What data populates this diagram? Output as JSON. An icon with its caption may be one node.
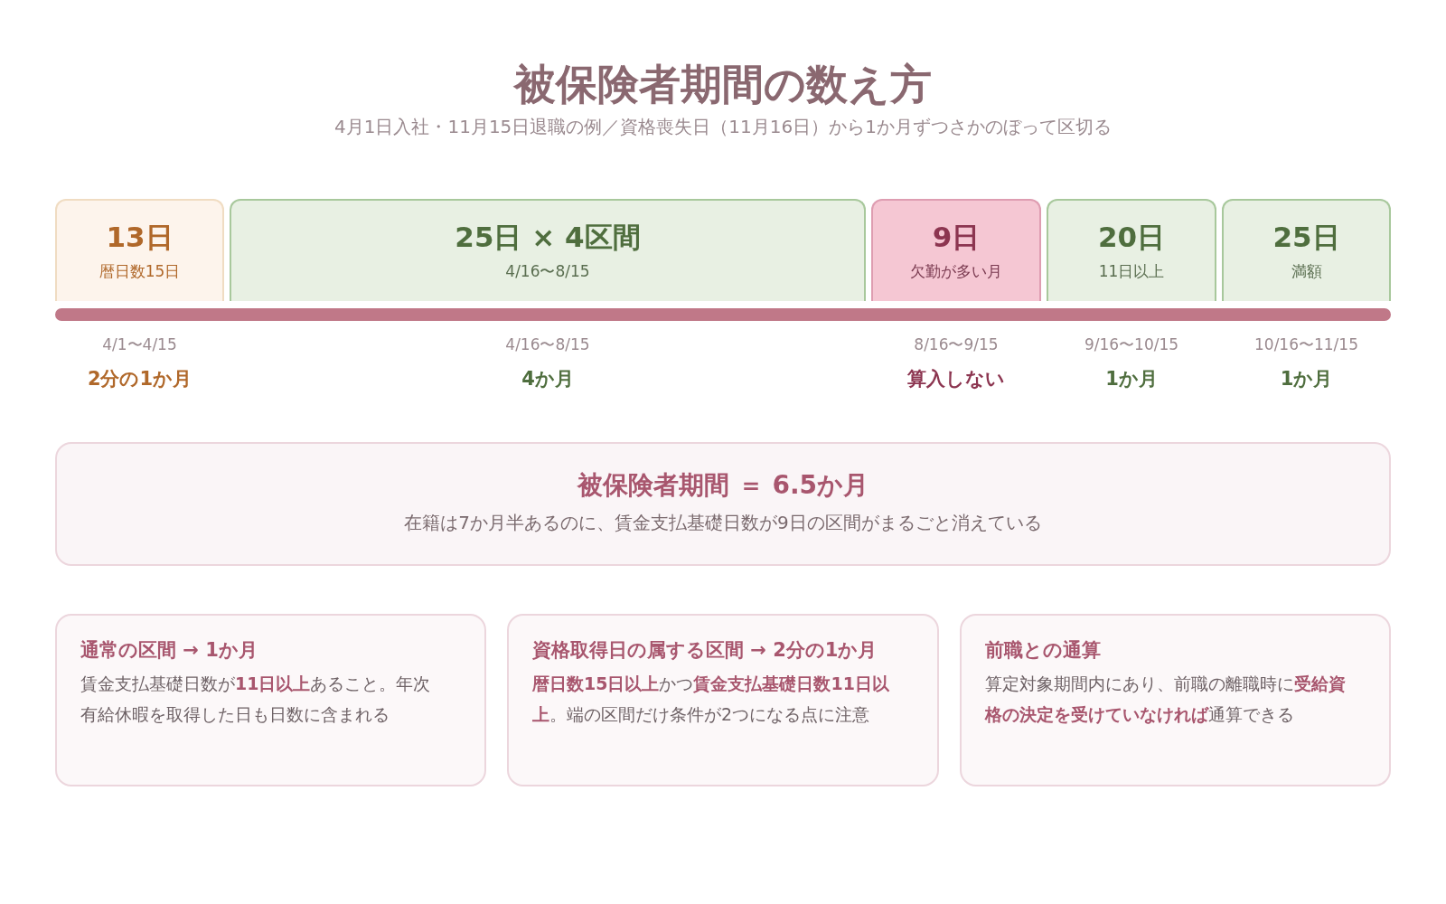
{
  "diagram": {
    "title": "被保険者期間の数え方",
    "nodes": [
      {
        "text": [
          "13日",
          "暦日数15日"
        ],
        "beside": [
          "4/1〜4/15",
          "2分の1か月"
        ]
      },
      {
        "text": [
          "25日 × 4区間",
          "4/16〜8/15"
        ],
        "beside": [
          "4/16〜8/15",
          "4か月"
        ]
      },
      {
        "text": [
          "9日",
          "欠勤が多い月"
        ],
        "beside": [
          "8/16〜9/15",
          "算入しない"
        ]
      },
      {
        "text": [
          "20日",
          "11日以上"
        ],
        "beside": [
          "9/16〜10/15",
          "1か月"
        ]
      },
      {
        "text": [
          "25日",
          "満額"
        ],
        "beside": [
          "10/16〜11/15",
          "1か月"
        ]
      },
      {
        "text": [],
        "shape": "bar"
      },
      {
        "text": [
          "被保険者期間 ＝ 6.5か月",
          "在籍は7か月半あるのに、賃金支払基礎日数が9日の区間がまるごと消えている"
        ]
      },
      {
        "text": [
          "通常の区間 → 1か月",
          "賃金支払基礎日数が**11日以上**あること。年次有給休暇を取得した日も日数に含まれる"
        ]
      },
      {
        "text": [
          "資格取得日の属する区間 → 2分の1か月",
          "**暦日数15日以上**かつ**賃金支払基礎日数11日以上**。端の区間だけ条件が2つになる点に注意"
        ]
      },
      {
        "text": [
          "前職との通算",
          "算定対象期間内にあり、前職の離職時に**受給資格の決定を受けていなければ**通算できる"
        ]
      }
    ],
    "edges": [],
    "labels": [
      "4月1日入社・11月15日退職の例／資格喪失日（11月16日）から1か月ずつさかのぼって区切る"
    ]
  }
}
